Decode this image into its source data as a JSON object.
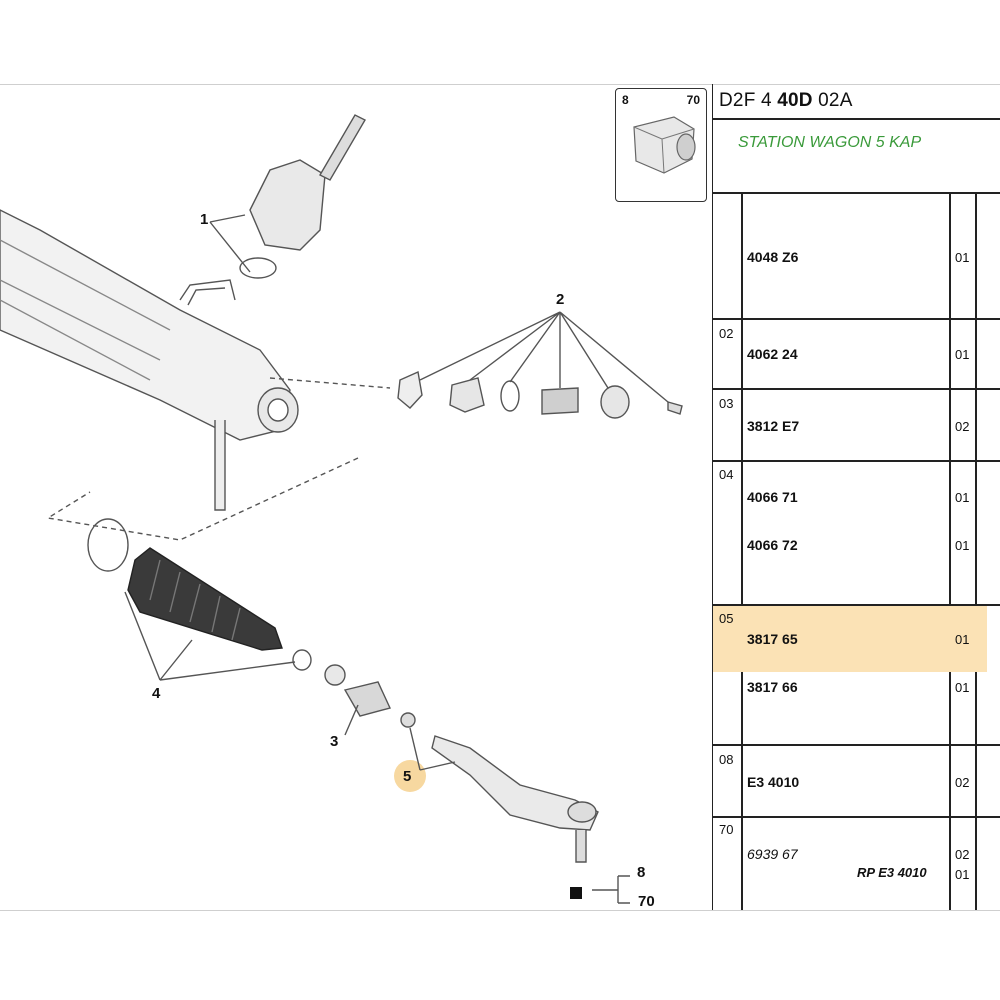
{
  "diagram": {
    "callouts": [
      "1",
      "2",
      "3",
      "4",
      "5"
    ],
    "ref_labels": [
      "8",
      "70"
    ],
    "inset": {
      "left_label": "8",
      "right_label": "70"
    }
  },
  "table": {
    "header": {
      "p1": "D2F 4 ",
      "bold": "40D",
      "p2": " 02A"
    },
    "subtitle": "STATION WAGON 5 KAP",
    "highlight_color": "#fbe2b5",
    "subtitle_color": "#3a9a3a",
    "rows": [
      {
        "ref": "",
        "parts": [
          {
            "pn": "4048 Z6",
            "qty": "01"
          }
        ]
      },
      {
        "ref": "02",
        "parts": [
          {
            "pn": "4062 24",
            "qty": "01"
          }
        ]
      },
      {
        "ref": "03",
        "parts": [
          {
            "pn": "3812 E7",
            "qty": "02"
          }
        ]
      },
      {
        "ref": "04",
        "parts": [
          {
            "pn": "4066 71",
            "qty": "01"
          },
          {
            "pn": "4066 72",
            "qty": "01"
          }
        ]
      },
      {
        "ref": "05",
        "parts": [
          {
            "pn": "3817 65",
            "qty": "01"
          },
          {
            "pn": "3817 66",
            "qty": "01"
          }
        ]
      },
      {
        "ref": "08",
        "parts": [
          {
            "pn": "E3 4010",
            "qty": "02"
          }
        ]
      },
      {
        "ref": "70",
        "parts": [
          {
            "pn": "6939 67",
            "qty": "02"
          },
          {
            "pn": "",
            "qty": "01"
          }
        ]
      }
    ],
    "rp_note": "RP E3 4010"
  }
}
